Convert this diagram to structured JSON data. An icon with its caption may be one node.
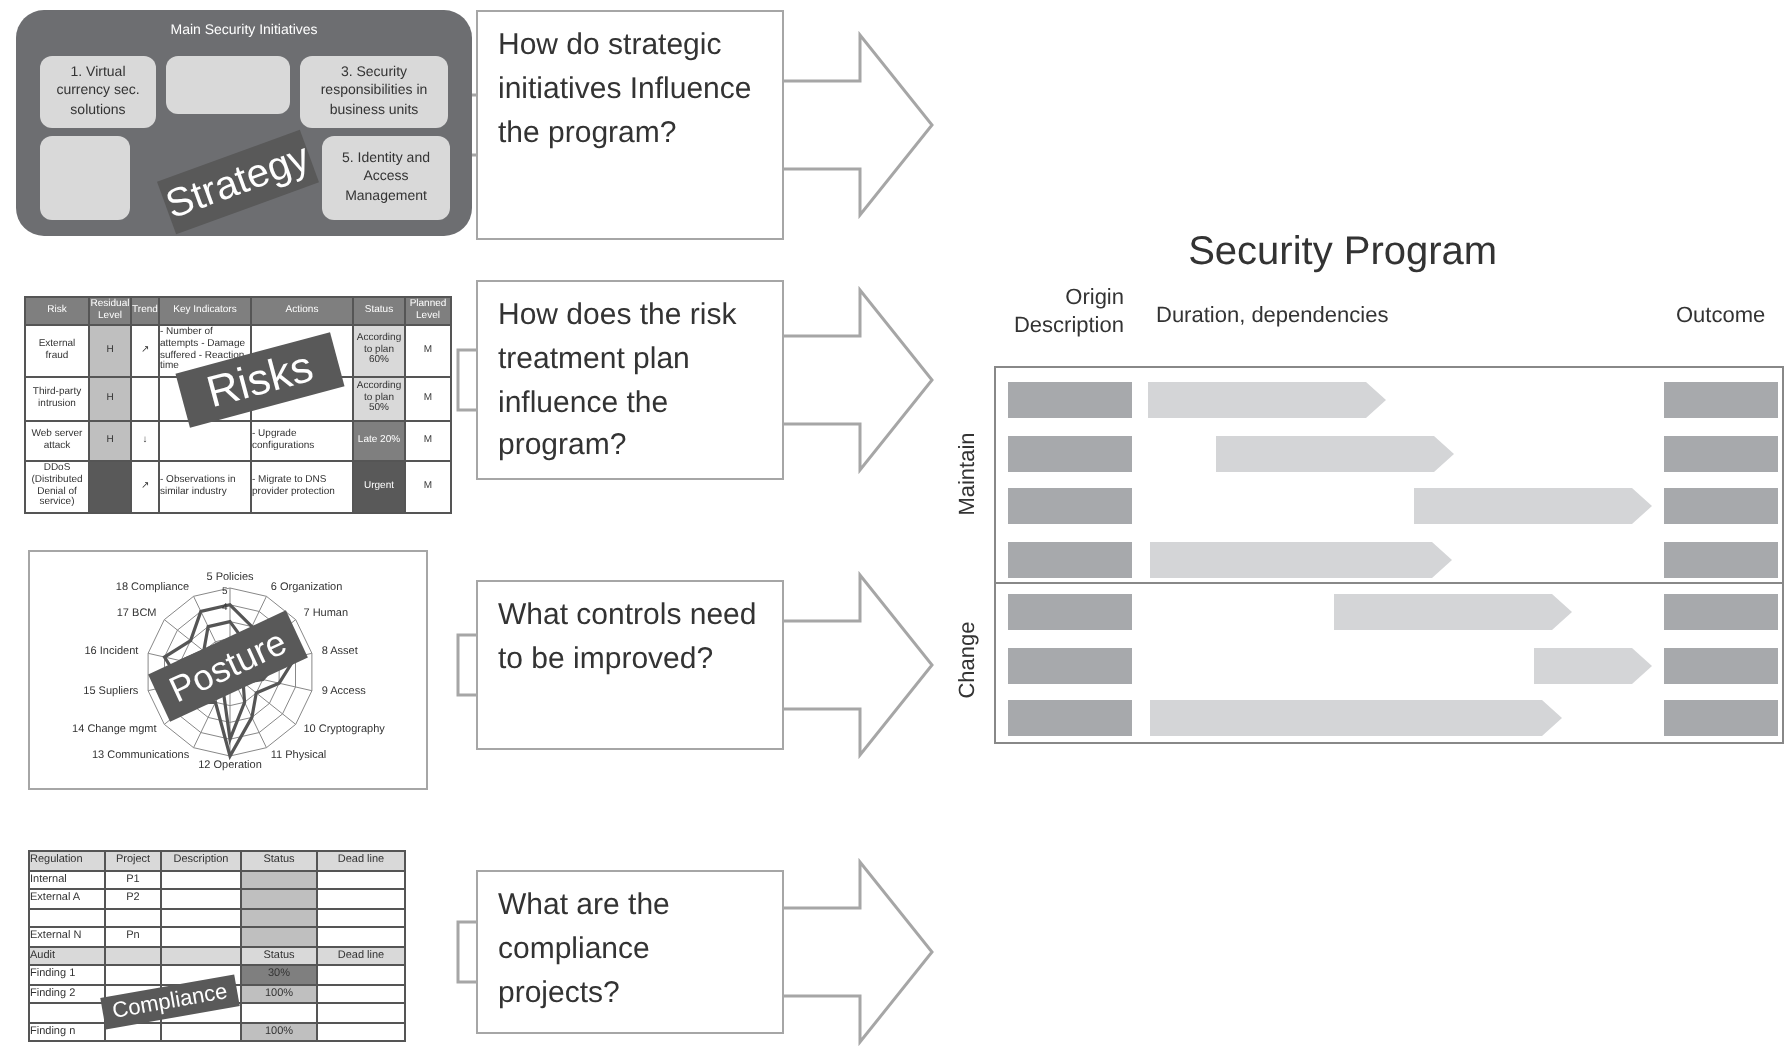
{
  "diagram": {
    "nodes": [
      {
        "text": [
          "Main Security Initiatives"
        ]
      },
      {
        "text": [
          "1. Virtual currency sec. solutions"
        ],
        "in": 0
      },
      {
        "text": [],
        "shape": "box",
        "in": 0
      },
      {
        "text": [
          "3. Security responsibilities in business units"
        ],
        "in": 0
      },
      {
        "text": [],
        "shape": "box",
        "in": 0
      },
      {
        "text": [
          "5. Identity and Access Management"
        ],
        "in": 0
      },
      {
        "text": [
          "Strategy"
        ],
        "in": 0
      },
      {
        "text": [
          "How do strategic initiatives Influence the program?"
        ]
      },
      {
        "text": [
          "Risks"
        ]
      },
      {
        "text": [
          "How does the risk treatment plan influence the program?"
        ]
      },
      {
        "text": [
          "Posture"
        ]
      },
      {
        "text": [
          "What controls need to be improved?"
        ]
      },
      {
        "text": [
          "Compliance"
        ]
      },
      {
        "text": [
          "What are the compliance projects?"
        ]
      },
      {
        "text": [
          "Security Program"
        ]
      }
    ],
    "edges": [
      {
        "from": 7,
        "to": null,
        "arrow": "to"
      },
      {
        "from": 9,
        "to": null,
        "arrow": "to"
      },
      {
        "from": 11,
        "to": null,
        "arrow": "to"
      },
      {
        "from": 13,
        "to": null,
        "arrow": "to"
      }
    ],
    "labels": [
      "Risk",
      "Residual Level",
      "Trend",
      "Key Indicators",
      "Actions",
      "Status",
      "Planned Level",
      "External fraud",
      "H",
      "↗",
      "- Number of attempts - Damage suffered - Reaction time",
      "According to plan 60%",
      "M",
      "Third-party intrusion",
      "H",
      "According to plan 50%",
      "M",
      "Web server attack",
      "H",
      "↓",
      "- Upgrade configurations",
      "Late 20%",
      "M",
      "DDoS (Distributed Denial of service)",
      "↗",
      "- Observations in similar industry",
      "- Migrate to DNS provider protection",
      "Urgent",
      "M",
      "Origin Description",
      "Duration, dependencies",
      "Outcome",
      "Maintain",
      "Change",
      "5 Policies",
      "6 Organization",
      "7 Human",
      "8 Asset",
      "9 Access",
      "10 Cryptography",
      "11 Physical",
      "12 Operation",
      "13 Communications",
      "14 Change mgmt",
      "15 Supliers",
      "16 Incident",
      "17 BCM",
      "18 Compliance",
      "5",
      "4",
      "Regulation",
      "Project",
      "Description",
      "Status",
      "Dead line",
      "Internal",
      "P1",
      "External A",
      "P2",
      "External N",
      "Pn",
      "Audit",
      "Status",
      "Dead line",
      "Finding 1",
      "30%",
      "Finding 2",
      "100%",
      "Finding n",
      "100%"
    ]
  }
}
